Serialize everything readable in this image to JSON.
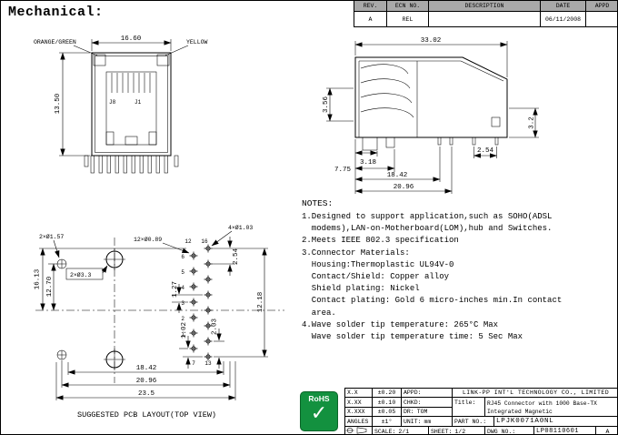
{
  "sheet": {
    "title": "Mechanical:"
  },
  "rev_table": {
    "col_rev": "REV.",
    "col_ecn": "ECN NO.",
    "col_desc": "DESCRIPTION",
    "col_date": "DATE",
    "col_appd": "APPD",
    "row": {
      "rev": "A",
      "ecn": "REL",
      "desc": "",
      "date": "06/11/2008",
      "appd": ""
    }
  },
  "front_view": {
    "led_left": "ORANGE/GREEN",
    "led_right": "YELLOW",
    "width": "16.60",
    "height": "13.50",
    "j8": "J8",
    "j1": "J1"
  },
  "side_view": {
    "length": "33.02",
    "h_left": "3.56",
    "h_right": "3.2",
    "d1": "3.18",
    "d2": "2.54",
    "d3": "7.75",
    "d4": "18.42",
    "d5": "20.96"
  },
  "pcb_view": {
    "holes_157": "2×Ø1.57",
    "holes_33": "2×Ø3.3",
    "holes_089": "12×Ø0.89",
    "holes_103": "4×Ø1.03",
    "pitch": "2.54",
    "v_1218": "12.18",
    "v_1613": "16.13",
    "v_1270": "12.70",
    "v_127": "1.27",
    "v_102": "1.02",
    "v_203": "2.03",
    "h_1842": "18.42",
    "h_2096": "20.96",
    "h_235": "23.5",
    "pins": {
      "p12": "12",
      "p16": "16",
      "p6": "6",
      "p5": "5",
      "p4": "4",
      "p3": "3",
      "p2": "2",
      "p1": "1",
      "p7": "7",
      "p13": "13"
    },
    "caption": "SUGGESTED PCB LAYOUT(TOP VIEW)"
  },
  "notes": {
    "heading": "NOTES:",
    "lines": [
      "1.Designed to support application,such as SOHO(ADSL",
      "  modems),LAN-on-Motherboard(LOM),hub and Switches.",
      "2.Meets IEEE 802.3 specification",
      "3.Connector Materials:",
      "  Housing:Thermoplastic UL94V-0",
      "  Contact/Shield: Copper alloy",
      "  Shield plating: Nickel",
      "  Contact plating: Gold 6 micro-inches min.In contact",
      "  area.",
      "4.Wave solder tip temperature: 265°C Max",
      "  Wave solder tip temperature time: 5 Sec Max"
    ]
  },
  "rohs": {
    "name": "RoHS",
    "check": "✓"
  },
  "title_block": {
    "tol1_label": "X.X",
    "tol1_val": "±0.20",
    "tol2_label": "X.XX",
    "tol2_val": "±0.10",
    "tol3_label": "X.XXX",
    "tol3_val": "±0.05",
    "tol4_label": "ANGLES",
    "tol4_val": "±1°",
    "appd_label": "APPD:",
    "chkd_label": "CHKD:",
    "dr_label": "DR:",
    "dr_value": "TOM",
    "unit_label": "UNIT:",
    "unit_value": "mm",
    "scale_label": "SCALE:",
    "scale_value": "2/1",
    "sheet_label": "SHEET:",
    "sheet_value": "1/2",
    "company": "LINK-PP INT'L TECHNOLOGY CO., LIMITED",
    "title_label": "Title:",
    "title_line1": "RJ45 Connector with 1000 Base-TX",
    "title_line2": "Integrated Magnetic",
    "part_label": "PART NO.:",
    "part_value": "LPJK0071A0NL",
    "dwg_label": "DWG NO.:",
    "dwg_value": "LP08110601",
    "rev_value": "A"
  }
}
